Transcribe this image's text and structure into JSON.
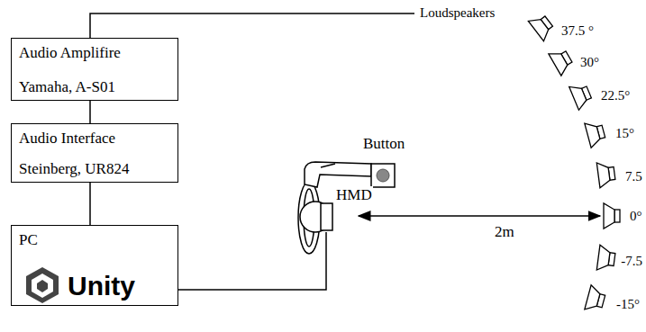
{
  "diagram": {
    "nodes": [
      {
        "text": [
          "Audio Amplifire",
          "Yamaha, A-S01"
        ]
      },
      {
        "text": [
          "Audio Interface",
          "Steinberg, UR824"
        ]
      },
      {
        "text": [
          "PC",
          "Unity"
        ]
      }
    ],
    "edges": [
      {
        "from": 0,
        "to": 1,
        "arrow": "none"
      },
      {
        "from": 1,
        "to": 2,
        "arrow": "none"
      }
    ],
    "labels": [
      "Loudspeakers",
      "37.5 °",
      "30°",
      "22.5°",
      "15°",
      "7.5",
      "0°",
      "-7.5",
      "-15°",
      "Button",
      "HMD",
      "2m"
    ]
  }
}
